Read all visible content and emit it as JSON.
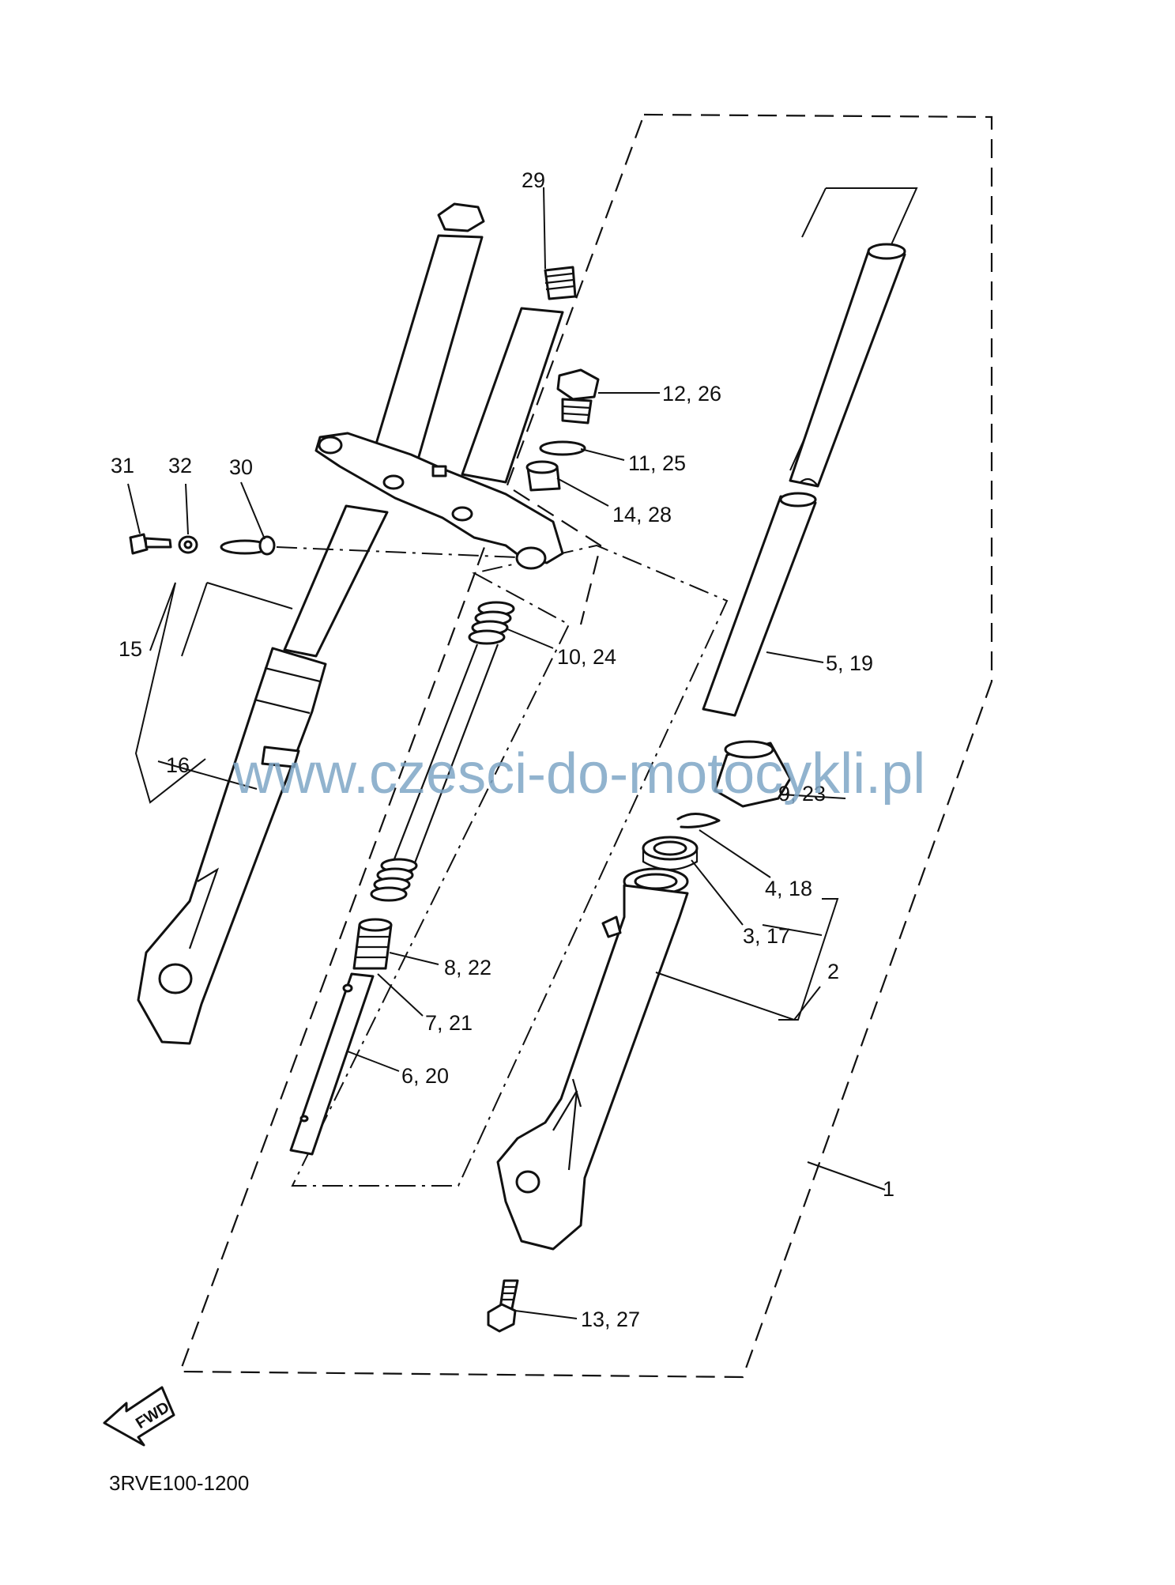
{
  "callouts": [
    {
      "id": "c29",
      "text": "29"
    },
    {
      "id": "c12",
      "text": "12, 26"
    },
    {
      "id": "c11",
      "text": "11, 25"
    },
    {
      "id": "c14",
      "text": "14, 28"
    },
    {
      "id": "c31",
      "text": "31"
    },
    {
      "id": "c32",
      "text": "32"
    },
    {
      "id": "c30",
      "text": "30"
    },
    {
      "id": "c15",
      "text": "15"
    },
    {
      "id": "c10",
      "text": "10, 24"
    },
    {
      "id": "c5",
      "text": "5, 19"
    },
    {
      "id": "c16",
      "text": "16"
    },
    {
      "id": "c9",
      "text": "9, 23"
    },
    {
      "id": "c4",
      "text": "4, 18"
    },
    {
      "id": "c3",
      "text": "3, 17"
    },
    {
      "id": "c2",
      "text": "2"
    },
    {
      "id": "c8",
      "text": "8, 22"
    },
    {
      "id": "c7",
      "text": "7, 21"
    },
    {
      "id": "c6",
      "text": "6, 20"
    },
    {
      "id": "c1",
      "text": "1"
    },
    {
      "id": "c13",
      "text": "13, 27"
    }
  ],
  "watermark": "www.czesci-do-motocykli.pl",
  "fwd_label": "FWD",
  "diagram_code": "3RVE100-1200"
}
